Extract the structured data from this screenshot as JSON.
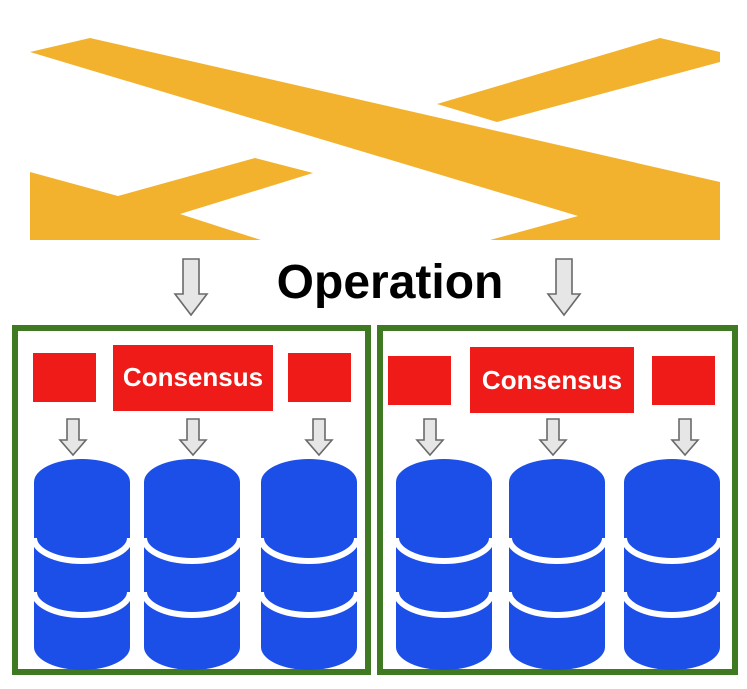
{
  "colors": {
    "crossing_band": "#F2B22E",
    "group_border": "#3F7A23",
    "consensus_box": "#EE1B18",
    "database": "#1C4EE8",
    "database_stripe": "#FFFFFF",
    "arrow_fill": "#E6E6E6",
    "arrow_stroke": "#6A6A6A",
    "text_dark": "#000000",
    "text_light": "#FFFFFF"
  },
  "diagram": {
    "operation_label": "Operation",
    "groups": [
      {
        "consensus_label": "Consensus",
        "database_count": 3
      },
      {
        "consensus_label": "Consensus",
        "database_count": 3
      }
    ]
  }
}
